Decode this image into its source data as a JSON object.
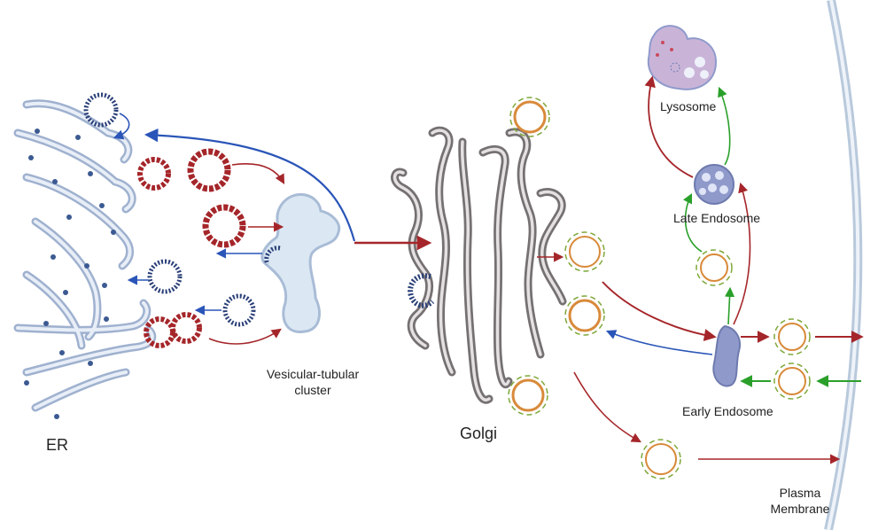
{
  "labels": {
    "er": "ER",
    "golgi": "Golgi",
    "vtc_line1": "Vesicular-tubular",
    "vtc_line2": "cluster",
    "lysosome": "Lysosome",
    "late_endosome": "Late Endosome",
    "early_endosome": "Early Endosome",
    "pm_line1": "Plasma",
    "pm_line2": "Membrane"
  },
  "colors": {
    "copi_blue": "#2a3f78",
    "copii_red": "#a5262a",
    "recycling_green": "#2aa02a",
    "er_stroke": "#a7b7d2",
    "golgi_stroke": "#757071",
    "vtc_fill": "#dbe8f4",
    "endosome_fill": "#8f9acb",
    "clathrin_green": "#7fa83a",
    "clathrin_orange": "#d88a3a",
    "membrane": "#b9c9dc"
  }
}
